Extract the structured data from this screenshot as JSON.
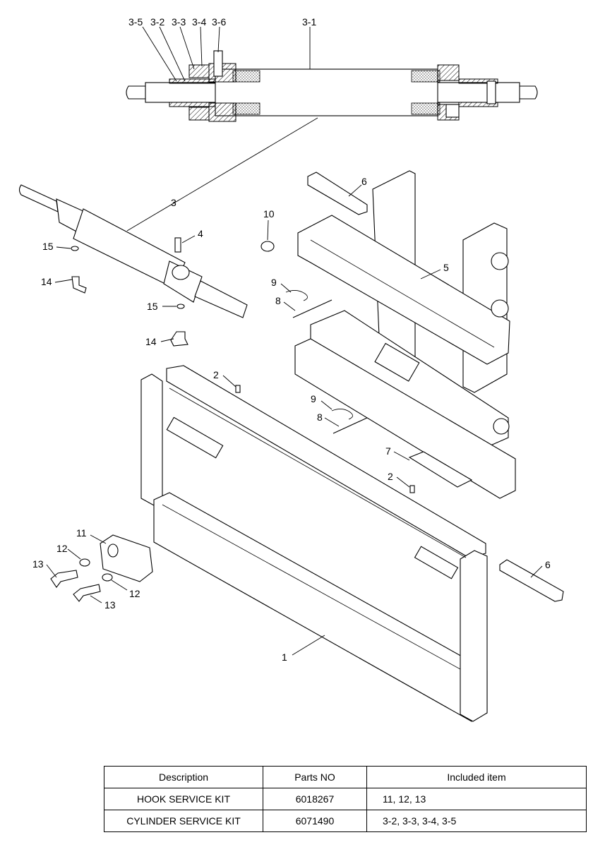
{
  "callouts": {
    "c3_5": "3-5",
    "c3_2": "3-2",
    "c3_3": "3-3",
    "c3_4": "3-4",
    "c3_6": "3-6",
    "c3_1": "3-1",
    "c3": "3",
    "c4": "4",
    "c6a": "6",
    "c6b": "6",
    "c10": "10",
    "c5": "5",
    "c15a": "15",
    "c15b": "15",
    "c14a": "14",
    "c14b": "14",
    "c9a": "9",
    "c9b": "9",
    "c8a": "8",
    "c8b": "8",
    "c2a": "2",
    "c2b": "2",
    "c7": "7",
    "c11": "11",
    "c12a": "12",
    "c12b": "12",
    "c13a": "13",
    "c13b": "13",
    "c1": "1"
  },
  "kit_table": {
    "headers": [
      "Description",
      "Parts NO",
      "Included item"
    ],
    "rows": [
      {
        "description": "HOOK SERVICE KIT",
        "parts_no": "6018267",
        "included": "11, 12, 13"
      },
      {
        "description": "CYLINDER SERVICE KIT",
        "parts_no": "6071490",
        "included": "3-2, 3-3, 3-4, 3-5"
      }
    ]
  }
}
